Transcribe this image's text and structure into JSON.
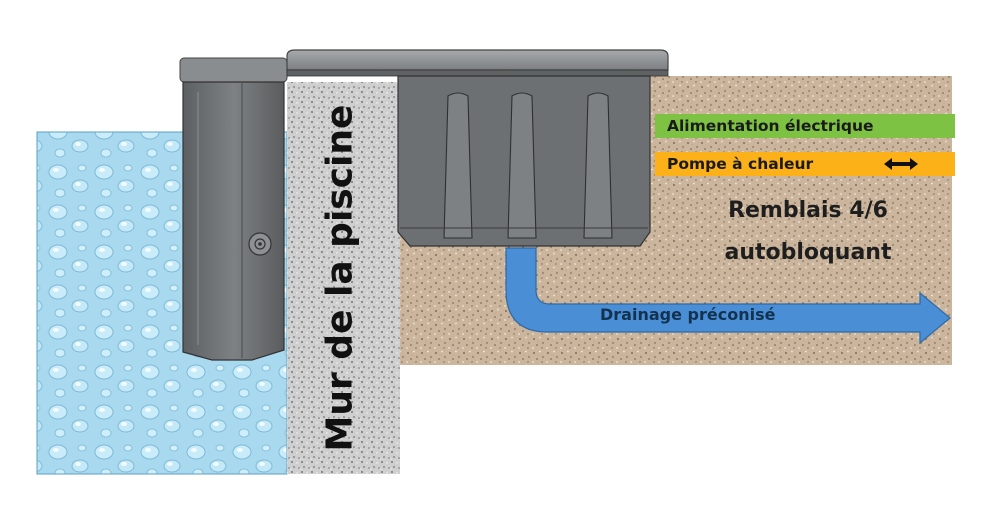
{
  "labels": {
    "power_supply": "Alimentation électrique",
    "heat_pump": "Pompe à chaleur",
    "backfill_line1": "Remblais 4/6",
    "backfill_line2": "autobloquant",
    "drainage": "Drainage préconisé",
    "pool_wall": "Mur de la piscine"
  },
  "colors": {
    "power_supply_band": "#7dc242",
    "heat_pump_band": "#fbb117",
    "drainage_arrow": "#4a8fd6",
    "water": "#9fd3ea",
    "gravel": "#c9b299",
    "wall": "#c8c8c8",
    "skimmer_body": "#6f7274"
  },
  "icons": {
    "heat_pump_arrow": "double-arrow-icon",
    "skimmer_connector": "connector-icon"
  }
}
